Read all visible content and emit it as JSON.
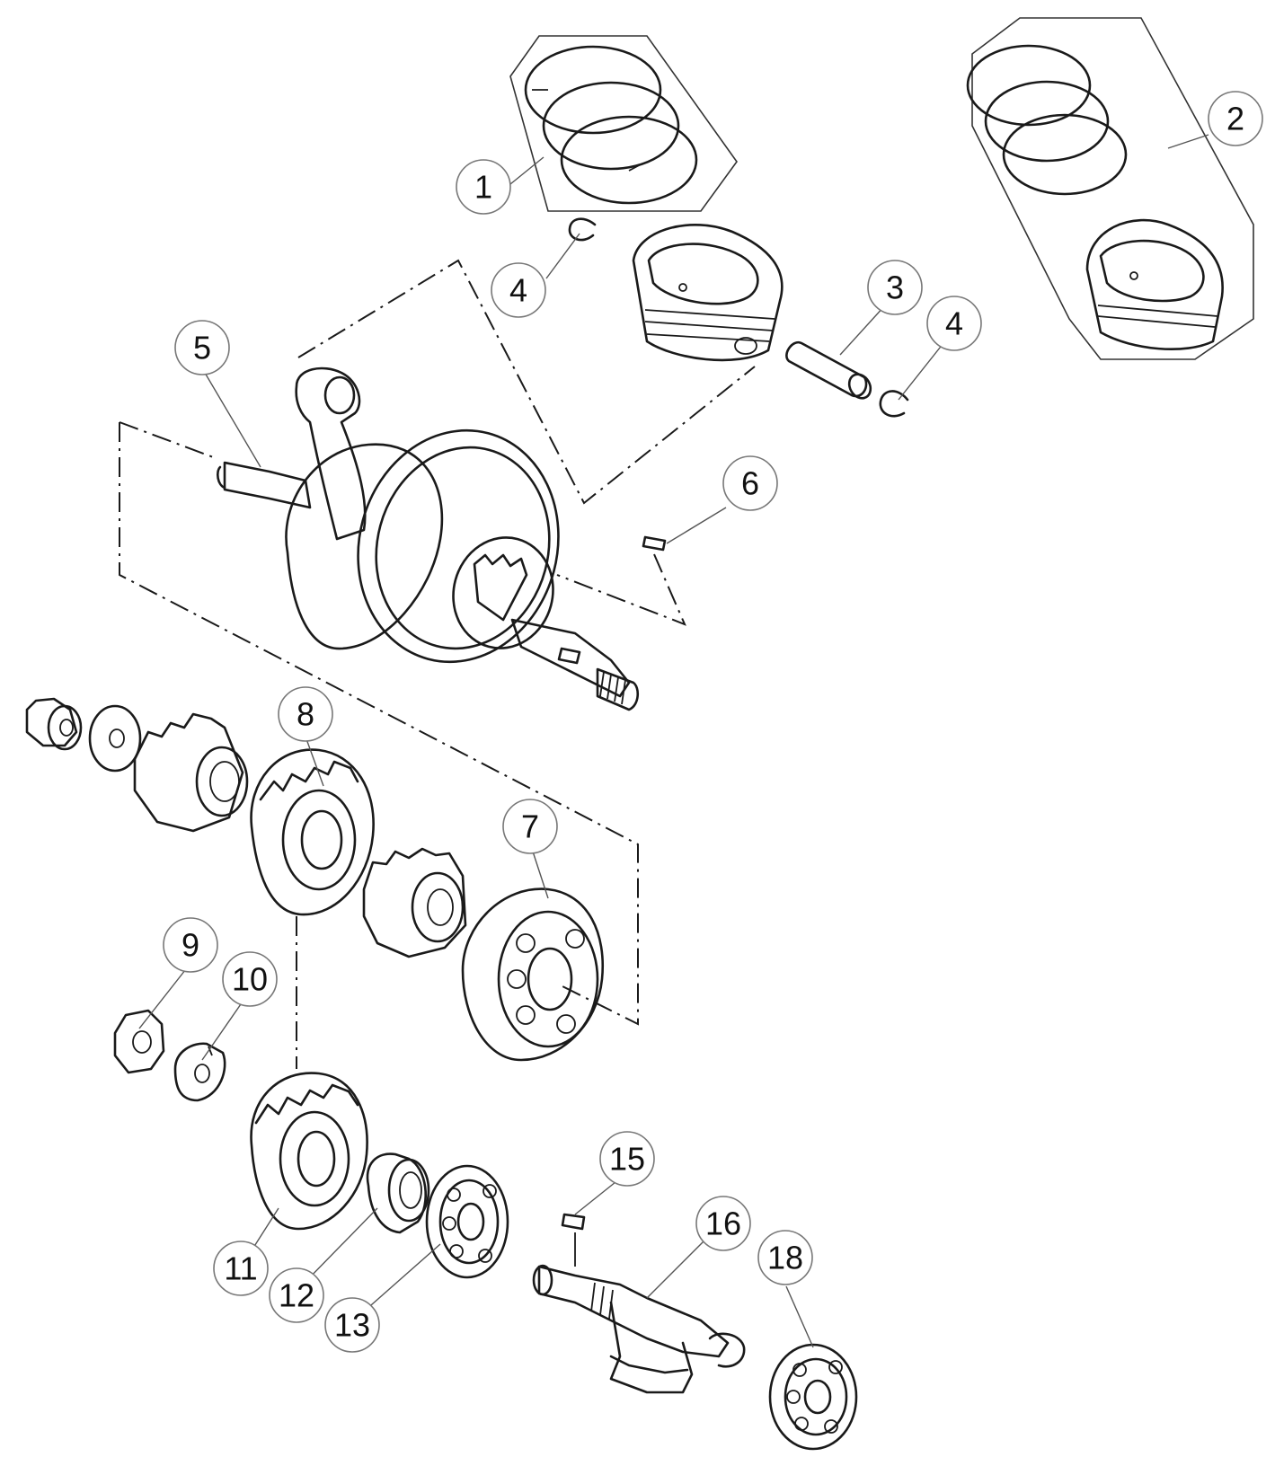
{
  "diagram": {
    "callouts": [
      {
        "id": "callout-1",
        "label": "1"
      },
      {
        "id": "callout-2",
        "label": "2"
      },
      {
        "id": "callout-3",
        "label": "3"
      },
      {
        "id": "callout-4a",
        "label": "4"
      },
      {
        "id": "callout-4b",
        "label": "4"
      },
      {
        "id": "callout-5",
        "label": "5"
      },
      {
        "id": "callout-6",
        "label": "6"
      },
      {
        "id": "callout-7",
        "label": "7"
      },
      {
        "id": "callout-8",
        "label": "8"
      },
      {
        "id": "callout-9",
        "label": "9"
      },
      {
        "id": "callout-10",
        "label": "10"
      },
      {
        "id": "callout-11",
        "label": "11"
      },
      {
        "id": "callout-12",
        "label": "12"
      },
      {
        "id": "callout-13",
        "label": "13"
      },
      {
        "id": "callout-15",
        "label": "15"
      },
      {
        "id": "callout-16",
        "label": "16"
      },
      {
        "id": "callout-18",
        "label": "18"
      }
    ],
    "colors": {
      "line": "#1a1a1a",
      "background": "#ffffff",
      "callout_border": "#777777"
    }
  }
}
